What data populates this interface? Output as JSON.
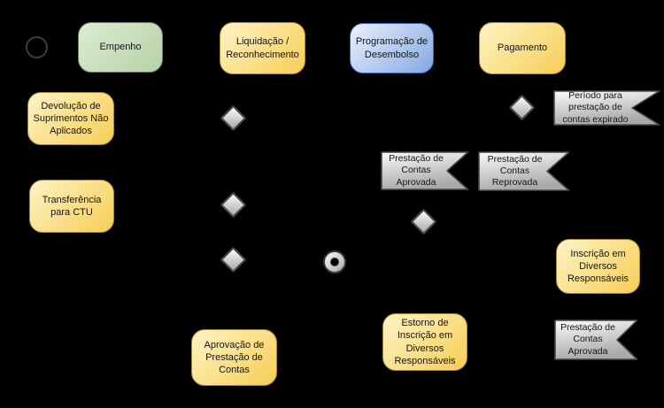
{
  "diagram": {
    "nodes": {
      "empenho": {
        "label": "Empenho"
      },
      "liquidacao": {
        "label": "Liquidação /\nReconhecimento"
      },
      "programacao": {
        "label": "Programação de\nDesembolso"
      },
      "pagamento": {
        "label": "Pagamento"
      },
      "devolucao": {
        "label": "Devolução de\nSuprimentos Não\nAplicados"
      },
      "transferencia": {
        "label": "Transferência\npara CTU"
      },
      "aprovacao": {
        "label": "Aprovação de\nPrestação de\nContas"
      },
      "estorno": {
        "label": "Estorno de\nInscrição em\nDiversos\nResponsáveis"
      },
      "inscricao": {
        "label": "Inscrição em\nDiversos\nResponsáveis"
      }
    },
    "events": {
      "periodo_expirado": {
        "label": "Período para\nprestação de\ncontas expirado"
      },
      "prestacao_aprovada_1": {
        "label": "Prestação de\nContas\nAprovada"
      },
      "prestacao_reprovada": {
        "label": "Prestação de\nContas\nReprovada"
      },
      "prestacao_aprovada_2": {
        "label": "Prestação de\nContas\nAprovada"
      }
    },
    "colors": {
      "background": "#000000",
      "text": "#141414",
      "green_fill_top": "#dcecd3",
      "green_fill_bottom": "#b7d2a7",
      "green_border": "#64875a",
      "yellow_fill_top": "#fdf3c5",
      "yellow_fill_bottom": "#f7ce55",
      "yellow_border": "#a08a3c",
      "blue_fill_top": "#eaf1fd",
      "blue_fill_bottom": "#84a8e2",
      "blue_border": "#3a68b8",
      "gray_fill_top": "#fbfbfb",
      "gray_fill_bottom": "#a9a9a9",
      "gray_border": "#4a4a4a"
    }
  }
}
